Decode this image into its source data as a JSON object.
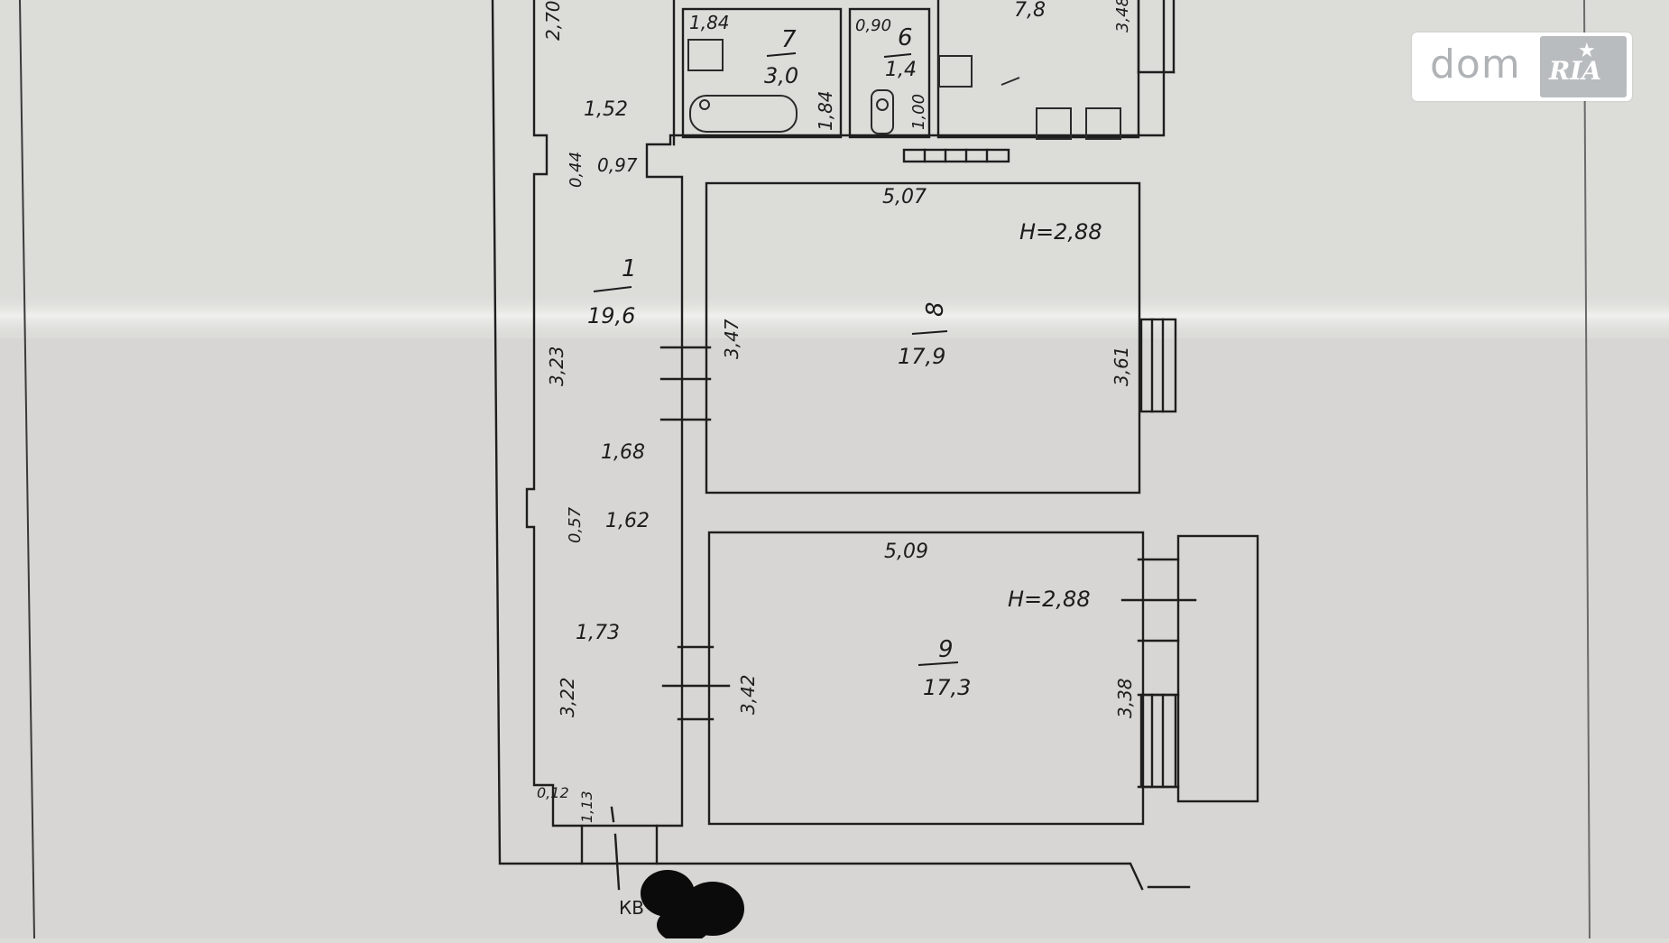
{
  "watermark": {
    "text": "dom",
    "logo_text": "RIA",
    "logo_star": "★"
  },
  "rooms": [
    {
      "number": "1",
      "area": "19,6"
    },
    {
      "number": "6",
      "area": "1,4"
    },
    {
      "number": "7",
      "area": "3,0"
    },
    {
      "number": "8",
      "area": "17,9"
    },
    {
      "number": "9",
      "area": "17,3"
    },
    {
      "number": "",
      "area": "7,8"
    }
  ],
  "heights": [
    "H=2,88",
    "H=2,88"
  ],
  "dimensions": [
    "2,70",
    "1,84",
    "1,84",
    "0,90",
    "1,00",
    "3,48",
    "1,52",
    "0,44",
    "0,97",
    "5,07",
    "3,47",
    "3,61",
    "3,23",
    "1,68",
    "0,57",
    "1,62",
    "5,09",
    "1,73",
    "3,22",
    "3,42",
    "3,38",
    "0,12",
    "1,13"
  ],
  "footer_label": "КВ"
}
